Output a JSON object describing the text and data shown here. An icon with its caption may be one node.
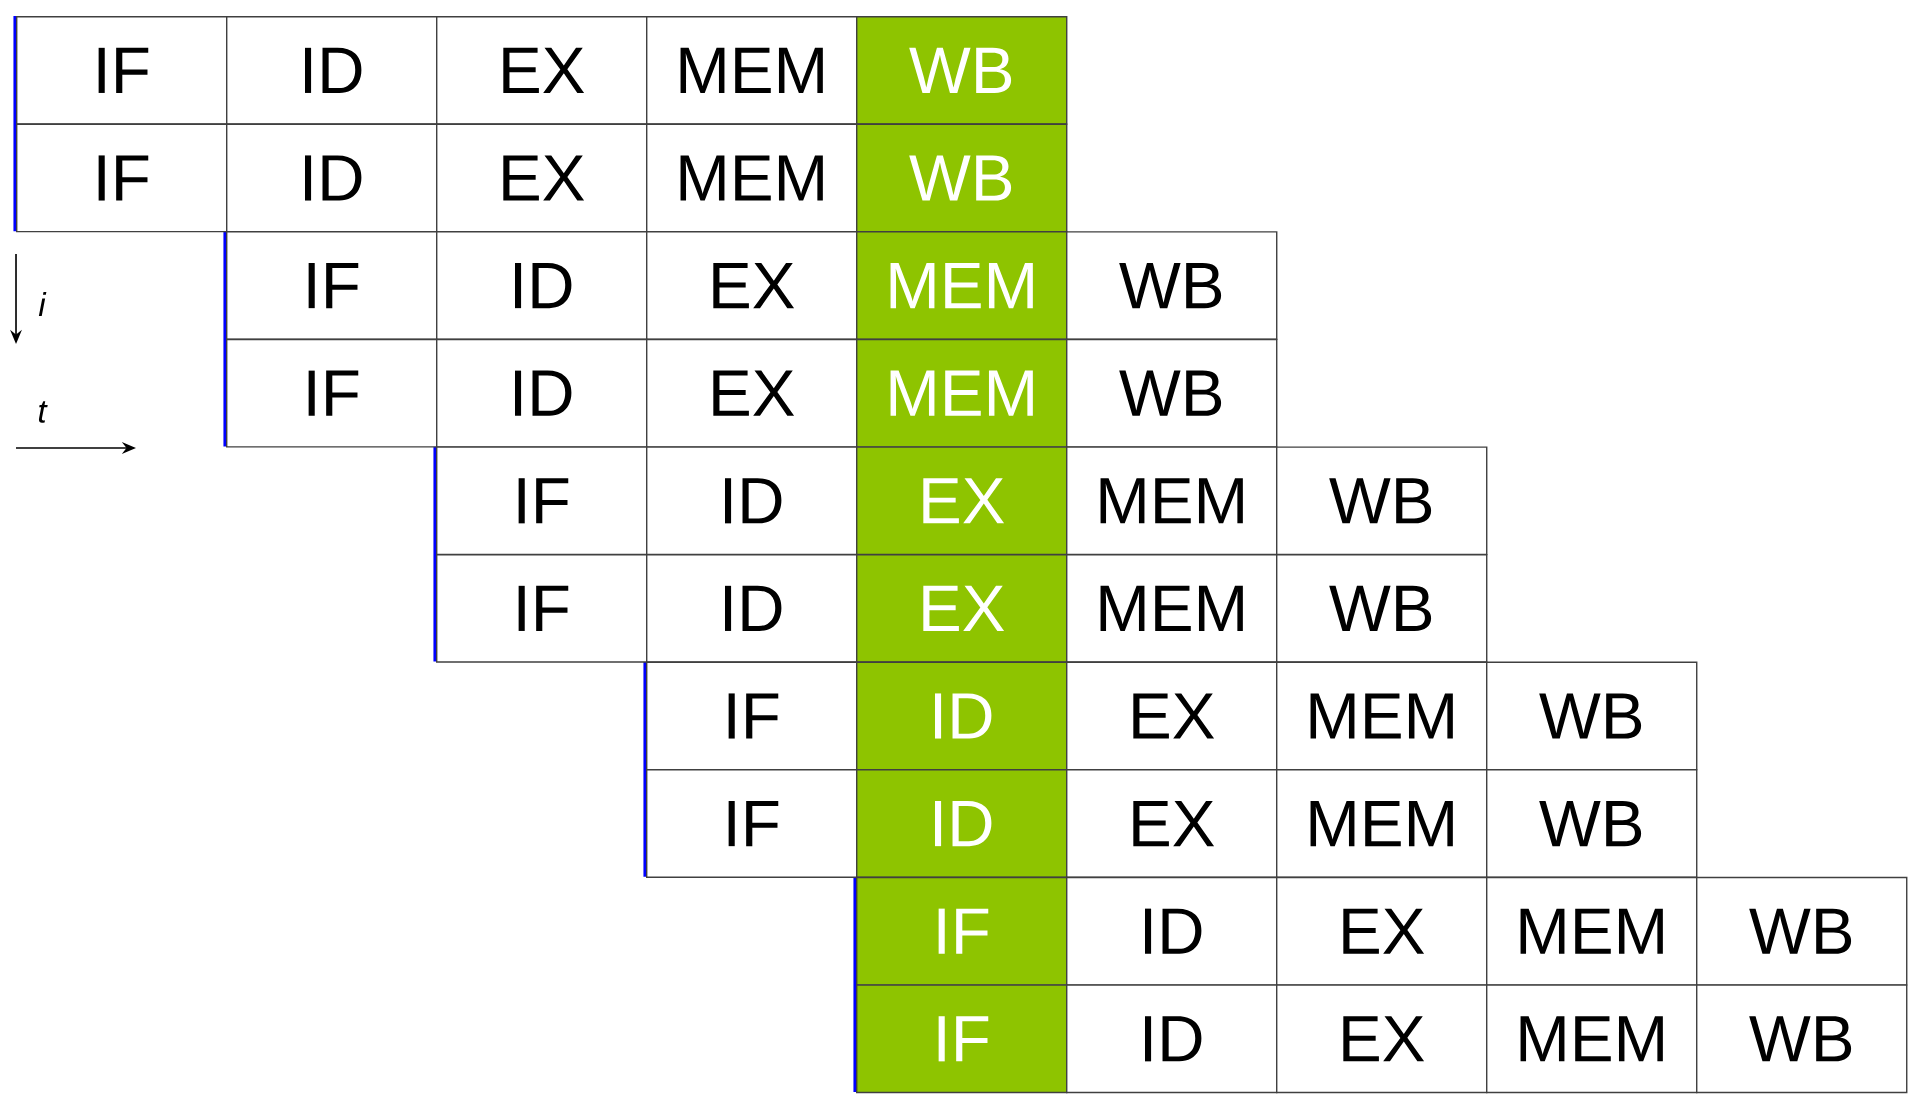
{
  "diagram": {
    "labels": [
      "IF",
      "ID",
      "EX",
      "MEM",
      "WB",
      "IF",
      "ID",
      "EX",
      "MEM",
      "WB",
      "i",
      "IF",
      "ID",
      "EX",
      "MEM",
      "WB",
      "t",
      "IF",
      "ID",
      "EX",
      "MEM",
      "WB",
      "IF",
      "ID",
      "EX",
      "MEM",
      "WB",
      "IF",
      "ID",
      "EX",
      "MEM",
      "WB",
      "IF",
      "ID",
      "EX",
      "MEM",
      "WB",
      "IF",
      "ID",
      "EX",
      "MEM",
      "WB",
      "IF",
      "ID",
      "EX",
      "MEM",
      "WB",
      "IF",
      "ID",
      "EX",
      "MEM",
      "WB"
    ]
  }
}
